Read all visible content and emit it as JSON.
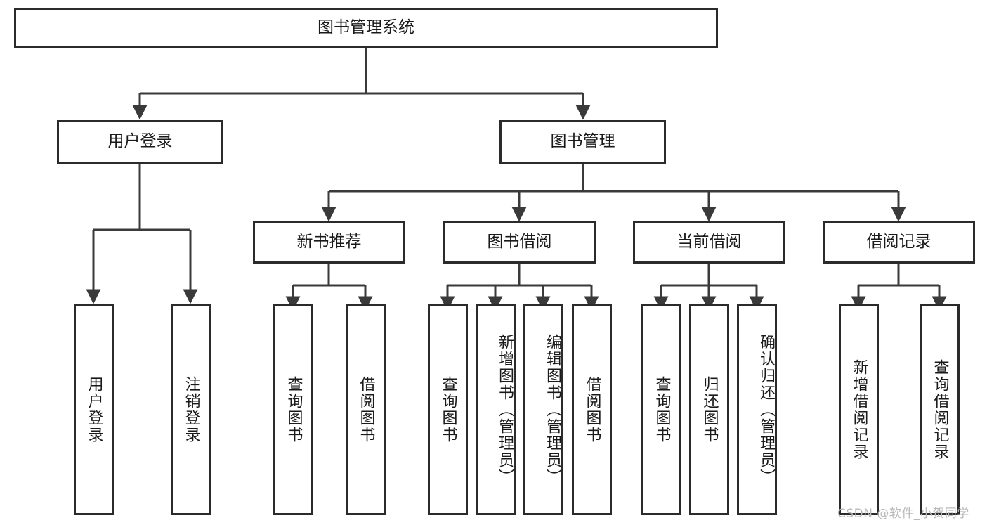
{
  "diagram": {
    "title": "图书管理系统",
    "type": "tree",
    "watermark": "CSDN @软件_小贺同学",
    "colors": {
      "box_border": "#2b2b2b",
      "box_fill": "#ffffff",
      "connector": "#3a3a3a",
      "text": "#1a1a1a",
      "watermark": "#b9b9b9",
      "background": "#ffffff"
    },
    "levels": {
      "level0": [
        "图书管理系统"
      ],
      "level1": [
        "用户登录",
        "图书管理"
      ],
      "level2": [
        "新书推荐",
        "图书借阅",
        "当前借阅",
        "借阅记录"
      ],
      "level3": [
        "用户登录",
        "注销登录",
        "查询图书",
        "借阅图书",
        "查询图书",
        "新增图书（管理员）",
        "编辑图书（管理员）",
        "借阅图书",
        "查询图书",
        "归还图书",
        "确认归还（管理员）",
        "新增借阅记录",
        "查询借阅记录"
      ]
    },
    "nodes": {
      "root": {
        "label": "图书管理系统"
      },
      "user_login": {
        "label": "用户登录"
      },
      "book_manage": {
        "label": "图书管理"
      },
      "new_book_rec": {
        "label": "新书推荐"
      },
      "book_borrow": {
        "label": "图书借阅"
      },
      "current_borrow": {
        "label": "当前借阅"
      },
      "borrow_record": {
        "label": "借阅记录"
      },
      "leaf_user_login": {
        "label": "用户登录"
      },
      "leaf_logout": {
        "label": "注销登录"
      },
      "leaf_query_book_a": {
        "label": "查询图书"
      },
      "leaf_borrow_book_a": {
        "label": "借阅图书"
      },
      "leaf_query_book_b": {
        "label": "查询图书"
      },
      "leaf_add_book": {
        "label": "新增图书（管理员）"
      },
      "leaf_edit_book": {
        "label": "编辑图书（管理员）"
      },
      "leaf_borrow_book_b": {
        "label": "借阅图书"
      },
      "leaf_query_book_c": {
        "label": "查询图书"
      },
      "leaf_return_book": {
        "label": "归还图书"
      },
      "leaf_confirm_return": {
        "label": "确认归还（管理员）"
      },
      "leaf_add_record": {
        "label": "新增借阅记录"
      },
      "leaf_query_record": {
        "label": "查询借阅记录"
      }
    },
    "edges": [
      {
        "from": "root",
        "to": "user_login"
      },
      {
        "from": "root",
        "to": "book_manage"
      },
      {
        "from": "user_login",
        "to": "leaf_user_login"
      },
      {
        "from": "user_login",
        "to": "leaf_logout"
      },
      {
        "from": "book_manage",
        "to": "new_book_rec"
      },
      {
        "from": "book_manage",
        "to": "book_borrow"
      },
      {
        "from": "book_manage",
        "to": "current_borrow"
      },
      {
        "from": "book_manage",
        "to": "borrow_record"
      },
      {
        "from": "new_book_rec",
        "to": "leaf_query_book_a"
      },
      {
        "from": "new_book_rec",
        "to": "leaf_borrow_book_a"
      },
      {
        "from": "book_borrow",
        "to": "leaf_query_book_b"
      },
      {
        "from": "book_borrow",
        "to": "leaf_add_book"
      },
      {
        "from": "book_borrow",
        "to": "leaf_edit_book"
      },
      {
        "from": "book_borrow",
        "to": "leaf_borrow_book_b"
      },
      {
        "from": "current_borrow",
        "to": "leaf_query_book_c"
      },
      {
        "from": "current_borrow",
        "to": "leaf_return_book"
      },
      {
        "from": "current_borrow",
        "to": "leaf_confirm_return"
      },
      {
        "from": "borrow_record",
        "to": "leaf_add_record"
      },
      {
        "from": "borrow_record",
        "to": "leaf_query_record"
      }
    ]
  }
}
